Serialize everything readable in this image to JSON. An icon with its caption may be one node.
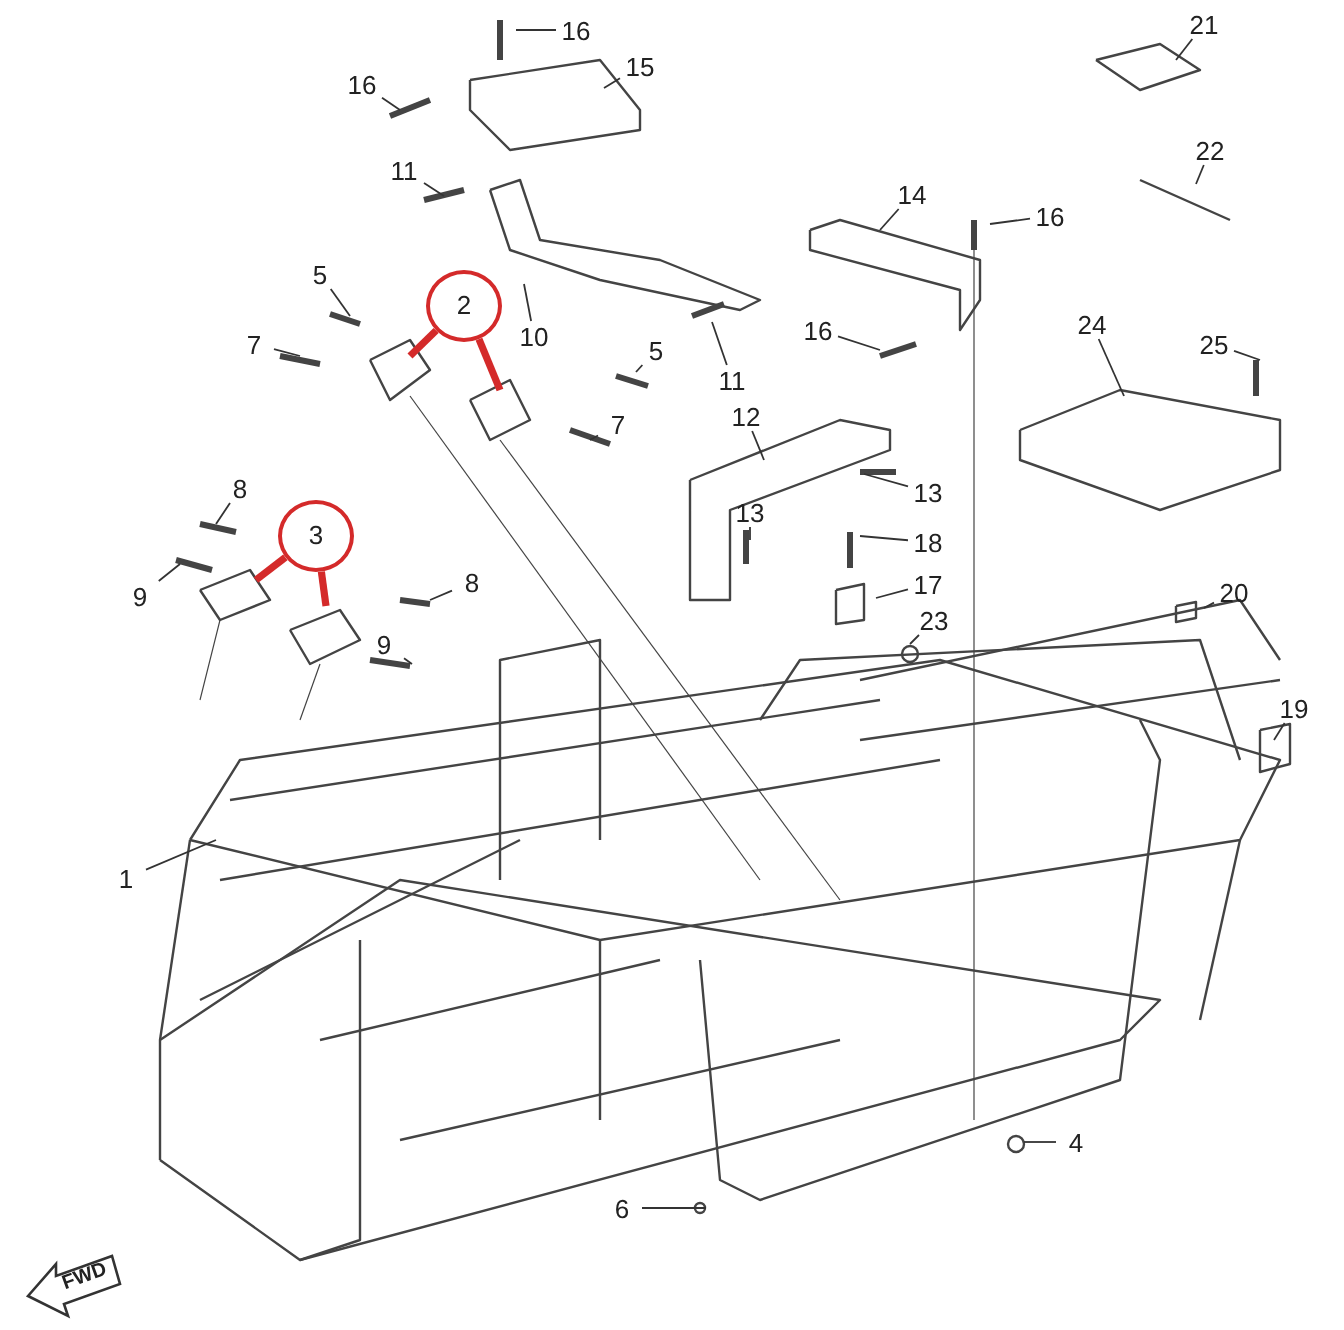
{
  "diagram": {
    "nodes": [
      {
        "text": [
          "16"
        ]
      },
      {
        "text": [
          "21"
        ]
      },
      {
        "text": [
          "15"
        ]
      },
      {
        "text": [
          "16"
        ]
      },
      {
        "text": [
          "22"
        ]
      },
      {
        "text": [
          "11"
        ]
      },
      {
        "text": [
          "14"
        ]
      },
      {
        "text": [
          "16"
        ]
      },
      {
        "text": [
          "2"
        ]
      },
      {
        "text": [
          "5"
        ]
      },
      {
        "text": [
          "10"
        ]
      },
      {
        "text": [
          "24"
        ]
      },
      {
        "text": [
          "16"
        ]
      },
      {
        "text": [
          "7"
        ]
      },
      {
        "text": [
          "25"
        ]
      },
      {
        "text": [
          "5"
        ]
      },
      {
        "text": [
          "11"
        ]
      },
      {
        "text": [
          "7"
        ]
      },
      {
        "text": [
          "12"
        ]
      },
      {
        "text": [
          "13"
        ]
      },
      {
        "text": [
          "8"
        ]
      },
      {
        "text": [
          "13"
        ]
      },
      {
        "text": [
          "3"
        ]
      },
      {
        "text": [
          "18"
        ]
      },
      {
        "text": [
          "9"
        ]
      },
      {
        "text": [
          "17"
        ]
      },
      {
        "text": [
          "8"
        ]
      },
      {
        "text": [
          "20"
        ]
      },
      {
        "text": [
          "23"
        ]
      },
      {
        "text": [
          "9"
        ]
      },
      {
        "text": [
          "19"
        ]
      },
      {
        "text": [
          "1"
        ]
      },
      {
        "text": [
          "4"
        ]
      },
      {
        "text": [
          "6"
        ]
      }
    ],
    "edges": [
      {
        "from": 0,
        "to": null,
        "arrow": "none"
      },
      {
        "from": 1,
        "to": null,
        "arrow": "none"
      },
      {
        "from": 2,
        "to": null,
        "arrow": "none"
      },
      {
        "from": 3,
        "to": null,
        "arrow": "none"
      },
      {
        "from": 4,
        "to": null,
        "arrow": "none"
      },
      {
        "from": 5,
        "to": null,
        "arrow": "none"
      },
      {
        "from": 6,
        "to": null,
        "arrow": "none"
      },
      {
        "from": 7,
        "to": null,
        "arrow": "none"
      },
      {
        "from": 8,
        "to": null,
        "arrow": "none",
        "style": "thick",
        "color": "#d42a2a"
      },
      {
        "from": 8,
        "to": null,
        "arrow": "none",
        "style": "thick",
        "color": "#d42a2a"
      },
      {
        "from": 9,
        "to": null,
        "arrow": "none"
      },
      {
        "from": 10,
        "to": null,
        "arrow": "none"
      },
      {
        "from": 11,
        "to": null,
        "arrow": "none"
      },
      {
        "from": 12,
        "to": null,
        "arrow": "none"
      },
      {
        "from": 13,
        "to": null,
        "arrow": "none"
      },
      {
        "from": 14,
        "to": null,
        "arrow": "none"
      },
      {
        "from": 15,
        "to": null,
        "arrow": "none"
      },
      {
        "from": 16,
        "to": null,
        "arrow": "none"
      },
      {
        "from": 17,
        "to": null,
        "arrow": "none"
      },
      {
        "from": 18,
        "to": null,
        "arrow": "none"
      },
      {
        "from": 19,
        "to": null,
        "arrow": "none"
      },
      {
        "from": 20,
        "to": null,
        "arrow": "none"
      },
      {
        "from": 21,
        "to": null,
        "arrow": "none"
      },
      {
        "from": 22,
        "to": null,
        "arrow": "none",
        "style": "thick",
        "color": "#d42a2a"
      },
      {
        "from": 22,
        "to": null,
        "arrow": "none",
        "style": "thick",
        "color": "#d42a2a"
      },
      {
        "from": 23,
        "to": null,
        "arrow": "none"
      },
      {
        "from": 24,
        "to": null,
        "arrow": "none"
      },
      {
        "from": 25,
        "to": null,
        "arrow": "none"
      },
      {
        "from": 26,
        "to": null,
        "arrow": "none"
      },
      {
        "from": 27,
        "to": null,
        "arrow": "none"
      },
      {
        "from": 28,
        "to": null,
        "arrow": "none"
      },
      {
        "from": 29,
        "to": null,
        "arrow": "none"
      },
      {
        "from": 30,
        "to": null,
        "arrow": "none"
      },
      {
        "from": 31,
        "to": null,
        "arrow": "none"
      },
      {
        "from": 32,
        "to": null,
        "arrow": "none"
      },
      {
        "from": 33,
        "to": null,
        "arrow": "none"
      }
    ],
    "labels": [
      "FWD"
    ]
  }
}
